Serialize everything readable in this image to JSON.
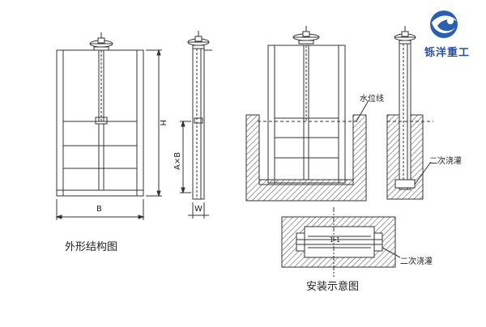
{
  "brand": {
    "name": "铄洋重工",
    "logo_icon": "brand-globe-logo-icon",
    "color": "#2b4f9a"
  },
  "captions": {
    "structure": "外形结构图",
    "installation": "安装示意图"
  },
  "dimensions": {
    "height": "H",
    "opening": "A×B",
    "width_b": "B",
    "width_w": "W"
  },
  "annotations": {
    "water_level": "水位线",
    "secondary_grout_1": "二次浇灌",
    "secondary_grout_2": "二次浇灌",
    "section_mark": "1-1"
  },
  "colors": {
    "line": "#333333",
    "hatch": "#444444"
  }
}
